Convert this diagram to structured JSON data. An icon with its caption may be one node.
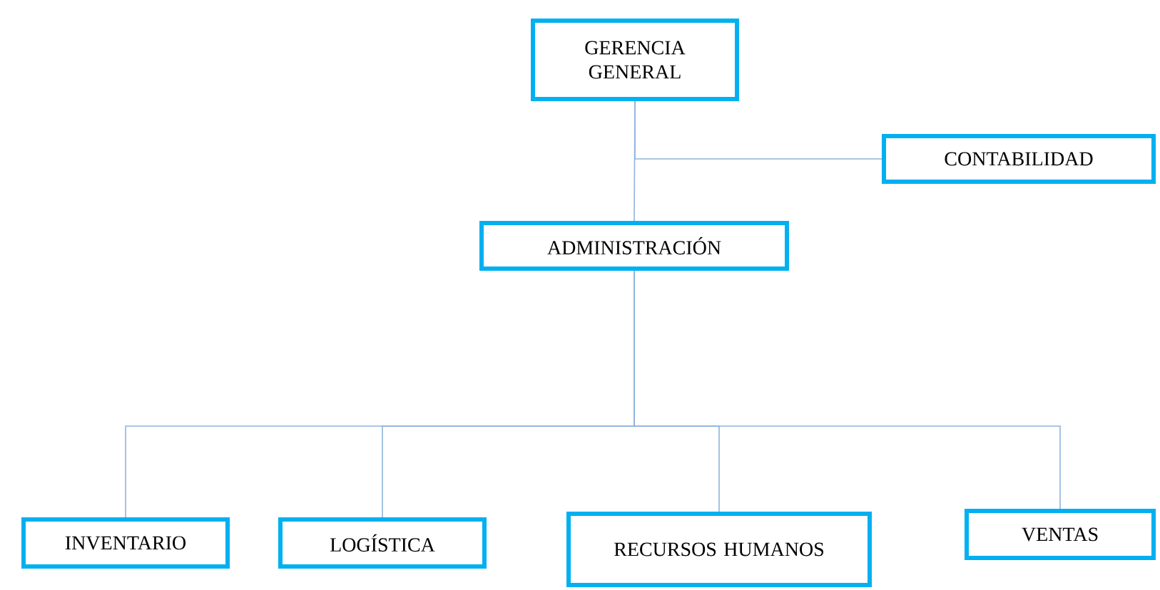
{
  "diagram": {
    "nodes": [
      {
        "text": [
          "GERENCIA GENERAL"
        ]
      },
      {
        "text": [
          "CONTABILIDAD"
        ]
      },
      {
        "text": [
          "ADMINISTRACIÓN"
        ]
      },
      {
        "text": [
          "INVENTARIO"
        ]
      },
      {
        "text": [
          "LOGÍSTICA"
        ]
      },
      {
        "text": [
          "RECURSOS HUMANOS"
        ]
      },
      {
        "text": [
          "VENTAS"
        ]
      }
    ],
    "edges": [
      {
        "from": 0,
        "to": 2,
        "arrow": "none"
      },
      {
        "from": 0,
        "to": 1,
        "arrow": "none"
      },
      {
        "from": 2,
        "to": 3,
        "arrow": "none"
      },
      {
        "from": 2,
        "to": 4,
        "arrow": "none"
      },
      {
        "from": 2,
        "to": 5,
        "arrow": "none"
      },
      {
        "from": 2,
        "to": 6,
        "arrow": "none"
      }
    ]
  }
}
